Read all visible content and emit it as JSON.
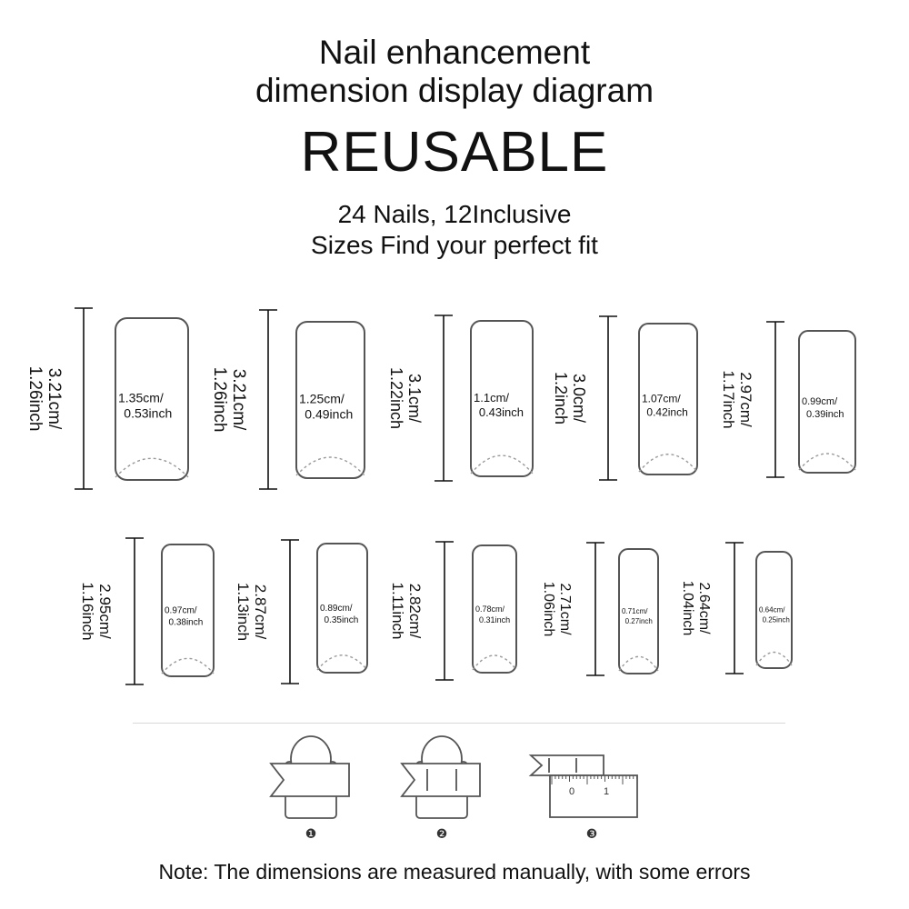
{
  "header": {
    "line1": "Nail enhancement",
    "line2": "dimension display diagram",
    "headline": "REUSABLE",
    "sub1": "24 Nails, 12Inclusive",
    "sub2": "Sizes Find your perfect fit"
  },
  "nails": [
    {
      "length_cm": "3.21cm/",
      "length_in": "1.26inch",
      "width_cm": "1.35cm/",
      "width_in": "0.53inch"
    },
    {
      "length_cm": "3.21cm/",
      "length_in": "1.26inch",
      "width_cm": "1.25cm/",
      "width_in": "0.49inch"
    },
    {
      "length_cm": "3.1cm/",
      "length_in": "1.22inch",
      "width_cm": "1.1cm/",
      "width_in": "0.43inch"
    },
    {
      "length_cm": "3.0cm/",
      "length_in": "1.2inch",
      "width_cm": "1.07cm/",
      "width_in": "0.42inch"
    },
    {
      "length_cm": "2.97cm/",
      "length_in": "1.17inch",
      "width_cm": "0.99cm/",
      "width_in": "0.39inch"
    },
    {
      "length_cm": "2.95cm/",
      "length_in": "1.16inch",
      "width_cm": "0.97cm/",
      "width_in": "0.38inch"
    },
    {
      "length_cm": "2.87cm/",
      "length_in": "1.13inch",
      "width_cm": "0.89cm/",
      "width_in": "0.35inch"
    },
    {
      "length_cm": "2.82cm/",
      "length_in": "1.11inch",
      "width_cm": "0.78cm/",
      "width_in": "0.31inch"
    },
    {
      "length_cm": "2.71cm/",
      "length_in": "1.06inch",
      "width_cm": "0.71cm/",
      "width_in": "0.27inch"
    },
    {
      "length_cm": "2.64cm/",
      "length_in": "1.04inch",
      "width_cm": "0.64cm/",
      "width_in": "0.25inch"
    }
  ],
  "steps": [
    {
      "marker": "❶"
    },
    {
      "marker": "❷"
    },
    {
      "marker": "❸",
      "ruler_labels": [
        "0",
        "1"
      ]
    }
  ],
  "note": "Note: The dimensions are measured manually, with some errors",
  "colors": {
    "outline": "#555555",
    "text": "#111111",
    "dash": "#999999"
  }
}
